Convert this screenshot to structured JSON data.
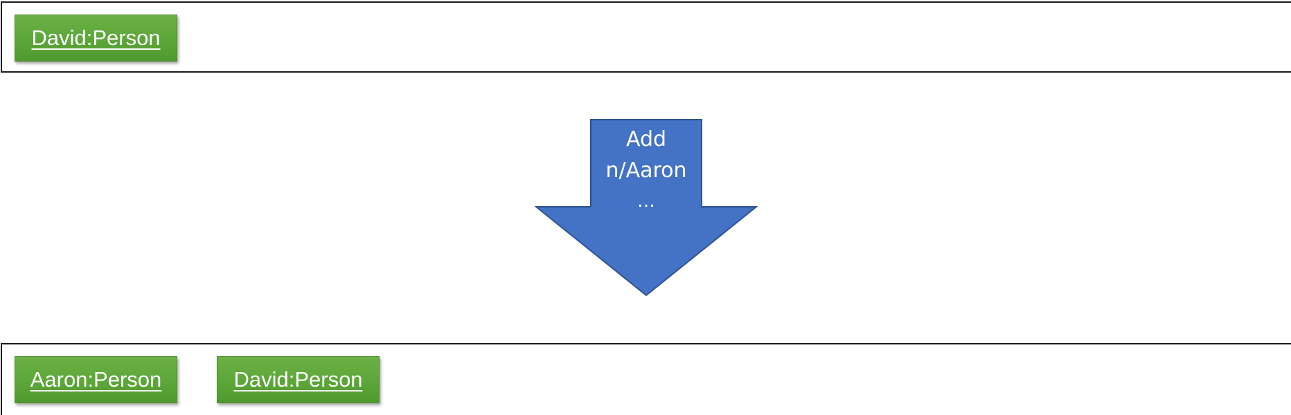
{
  "before_state": {
    "persons": [
      {
        "label": "David:Person"
      }
    ]
  },
  "command": {
    "lines": [
      "Add",
      "n/Aaron",
      "…"
    ],
    "fill_color": "#4472c4",
    "stroke_color": "#2f528f"
  },
  "after_state": {
    "persons": [
      {
        "label": "Aaron:Person"
      },
      {
        "label": "David:Person"
      }
    ]
  },
  "colors": {
    "person_fill": "#5fa83b",
    "frame_border": "#1a1a1a"
  }
}
